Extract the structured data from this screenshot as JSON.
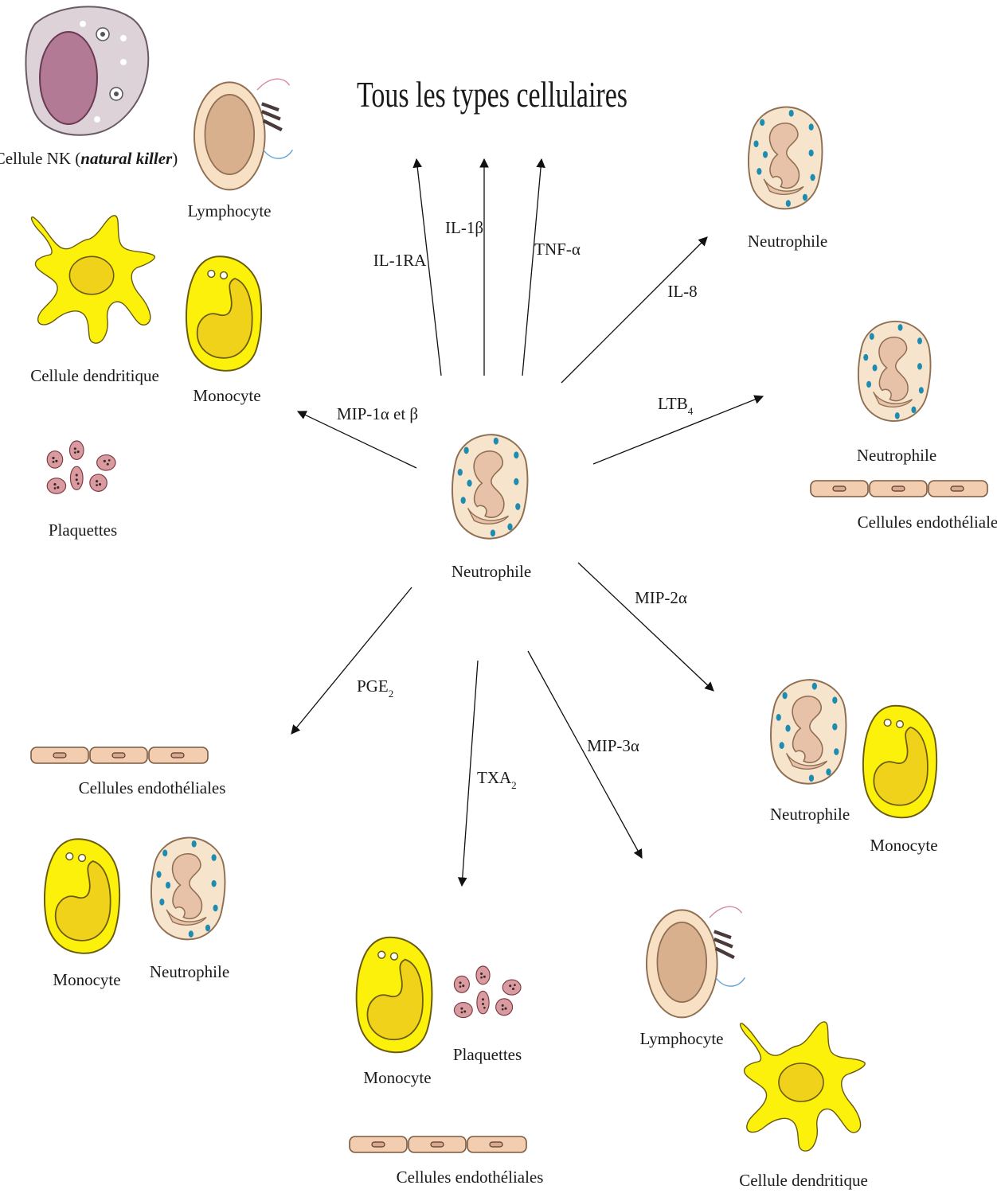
{
  "title": "Tous les types cellulaires",
  "center_label": "Neutrophile",
  "mediators": {
    "il1ra": "IL-1RA",
    "il1b": "IL-1β",
    "tnfa": "TNF-α",
    "il8": "IL-8",
    "ltb4": "LTB",
    "ltb4_sub": "4",
    "mip1": "MIP-1α et β",
    "mip2a": "MIP-2α",
    "mip3a": "MIP-3α",
    "pge2": "PGE",
    "pge2_sub": "2",
    "txa2": "TXA",
    "txa2_sub": "2"
  },
  "labels": {
    "nk_prefix": "Cellule NK (",
    "nk_italic": "natural killer",
    "nk_suffix": ")",
    "lymphocyte": "Lymphocyte",
    "dendritic": "Cellule dendritique",
    "monocyte": "Monocyte",
    "platelets": "Plaquettes",
    "neutrophile": "Neutrophile",
    "endothelial": "Cellules endothéliales"
  },
  "colors": {
    "yellow_cell": "#fbf10a",
    "yellow_inner": "#f0d21a",
    "neutrophil_fill": "#f7e4cc",
    "nucleus_pink": "#e8c2a8",
    "granule_blue": "#1e8cb0",
    "nk_fill": "#ddd2d8",
    "nk_nucleus": "#b27a94",
    "platelet": "#d99aa0",
    "endothelial": "#f2cdb0"
  }
}
